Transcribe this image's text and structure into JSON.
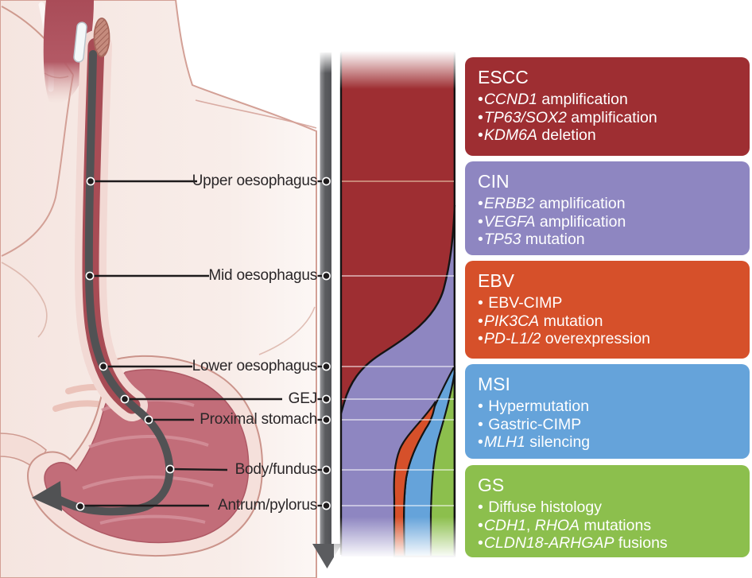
{
  "figure": {
    "description": "Anatomical distribution of molecular subtypes along the oesophagus and stomach",
    "flow_arrow_direction": "down"
  },
  "anatomy_labels": [
    {
      "label": "Upper oesophagus"
    },
    {
      "label": "Mid oesophagus"
    },
    {
      "label": "Lower oesophagus"
    },
    {
      "label": "GEJ"
    },
    {
      "label": "Proximal stomach"
    },
    {
      "label": "Body/fundus"
    },
    {
      "label": "Antrum/pylorus"
    }
  ],
  "subtype_boxes": [
    {
      "id": "escc",
      "title": "ESCC",
      "color": "#9E2E32",
      "items": [
        {
          "segments": [
            {
              "text": "CCND1",
              "italic": true
            },
            {
              "text": " amplification",
              "italic": false
            }
          ]
        },
        {
          "segments": [
            {
              "text": "TP63/SOX2",
              "italic": true
            },
            {
              "text": " amplification",
              "italic": false
            }
          ]
        },
        {
          "segments": [
            {
              "text": "KDM6A",
              "italic": true
            },
            {
              "text": " deletion",
              "italic": false
            }
          ]
        }
      ]
    },
    {
      "id": "cin",
      "title": "CIN",
      "color": "#8E86C1",
      "items": [
        {
          "segments": [
            {
              "text": "ERBB2",
              "italic": true
            },
            {
              "text": " amplification",
              "italic": false
            }
          ]
        },
        {
          "segments": [
            {
              "text": "VEGFA",
              "italic": true
            },
            {
              "text": " amplification",
              "italic": false
            }
          ]
        },
        {
          "segments": [
            {
              "text": "TP53",
              "italic": true
            },
            {
              "text": " mutation",
              "italic": false
            }
          ]
        }
      ]
    },
    {
      "id": "ebv",
      "title": "EBV",
      "color": "#D6502A",
      "items": [
        {
          "segments": [
            {
              "text": " EBV-CIMP",
              "italic": false
            }
          ]
        },
        {
          "segments": [
            {
              "text": "PIK3CA",
              "italic": true
            },
            {
              "text": " mutation",
              "italic": false
            }
          ]
        },
        {
          "segments": [
            {
              "text": "PD-L1/2",
              "italic": true
            },
            {
              "text": " overexpression",
              "italic": false
            }
          ]
        }
      ]
    },
    {
      "id": "msi",
      "title": "MSI",
      "color": "#65A3DA",
      "items": [
        {
          "segments": [
            {
              "text": " Hypermutation",
              "italic": false
            }
          ]
        },
        {
          "segments": [
            {
              "text": " Gastric-CIMP",
              "italic": false
            }
          ]
        },
        {
          "segments": [
            {
              "text": "MLH1",
              "italic": true
            },
            {
              "text": " silencing",
              "italic": false
            }
          ]
        }
      ]
    },
    {
      "id": "gs",
      "title": "GS",
      "color": "#8CBF4D",
      "items": [
        {
          "segments": [
            {
              "text": " Diffuse histology",
              "italic": false
            }
          ]
        },
        {
          "segments": [
            {
              "text": "CDH1",
              "italic": true
            },
            {
              "text": ", ",
              "italic": false
            },
            {
              "text": "RHOA",
              "italic": true
            },
            {
              "text": " mutations",
              "italic": false
            }
          ]
        },
        {
          "segments": [
            {
              "text": "CLDN18-ARHGAP",
              "italic": true
            },
            {
              "text": " fusions",
              "italic": false
            }
          ]
        }
      ]
    }
  ]
}
